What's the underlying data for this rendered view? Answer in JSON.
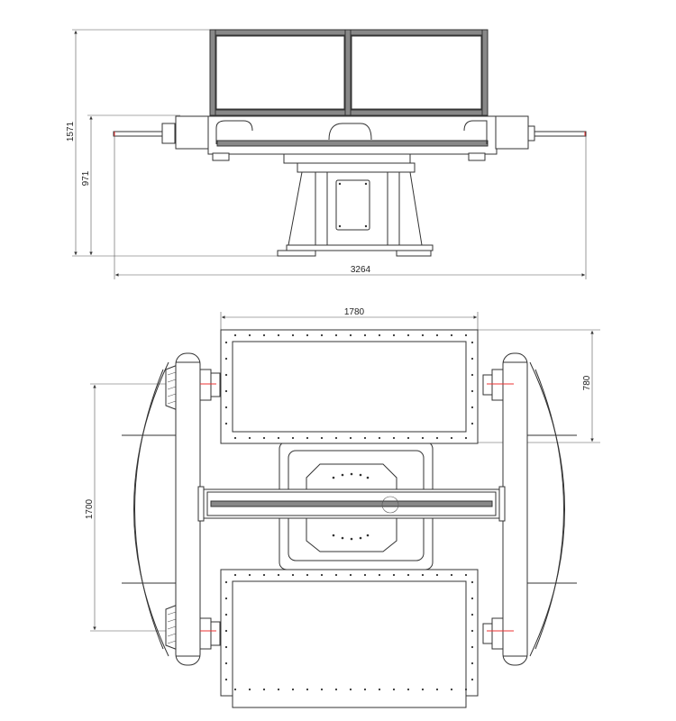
{
  "title": "Positioner general arrangement drawing",
  "elevation_view": {
    "dim_total_height": "1571",
    "dim_axis_height": "971",
    "dim_total_length": "3264"
  },
  "plan_view": {
    "dim_frame_length": "1780",
    "dim_frame_width": "780",
    "dim_axis_spacing": "1700"
  },
  "colors": {
    "line": "#333333",
    "axis_marker": "#e33333"
  }
}
